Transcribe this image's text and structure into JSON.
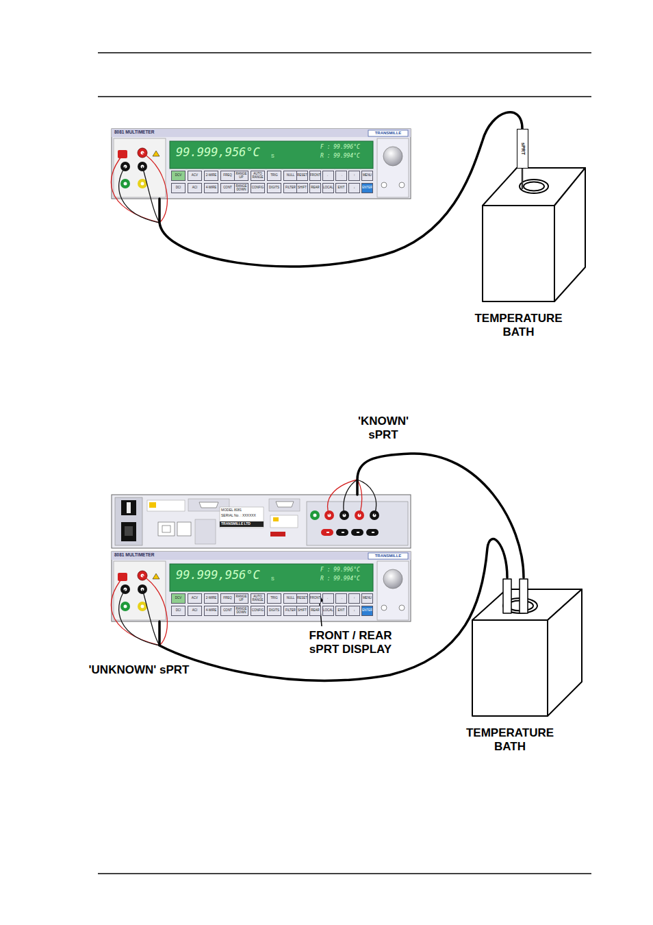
{
  "diagram": {
    "nodes": [
      {
        "text": [
          "8081 MULTIMETER"
        ]
      },
      {
        "text": [
          "sPRT"
        ]
      },
      {
        "text": [
          "TEMPERATURE BATH"
        ]
      },
      {
        "text": [
          "MODEL 8081",
          "SERIAL No. : XXXXXX",
          "TRANSMILLE LTD"
        ]
      },
      {
        "text": [
          "8081 MULTIMETER"
        ]
      },
      {
        "text": [
          "TEMPERATURE BATH"
        ]
      }
    ],
    "edges": [
      {
        "from": 0,
        "to": 1,
        "arrow": "none"
      },
      {
        "from": 3,
        "to": 5,
        "label": "'KNOWN' sPRT",
        "arrow": "none"
      },
      {
        "from": 4,
        "to": 5,
        "label": "'UNKNOWN' sPRT",
        "arrow": "none"
      }
    ],
    "labels": [
      "TRANSMILLE",
      "99.999,956°C",
      "S",
      "F : 99.996°C",
      "R : 99.994°C",
      "DCV",
      "ACV",
      "2-WIRE",
      "FREQ",
      "RANGE UP",
      "AUTO RANGE",
      "TRIG",
      "NULL",
      "RESET",
      "FRONT",
      "←",
      "→",
      "↑",
      "MENU",
      "DCI",
      "ACI",
      "4-WIRE",
      "CONT",
      "RANGE DOWN",
      "CONFIG",
      "DIGITS",
      "FILTER",
      "SHIFT",
      "REAR",
      "LOCAL",
      "EXIT",
      "↓",
      "ENTER",
      "TRANSMILLE",
      "99.999,956°C",
      "S",
      "F : 99.996°C",
      "R : 99.994°C",
      "DCV",
      "ACV",
      "2-WIRE",
      "FREQ",
      "RANGE UP",
      "AUTO RANGE",
      "TRIG",
      "NULL",
      "RESET",
      "FRONT",
      "←",
      "→",
      "↑",
      "MENU",
      "DCI",
      "ACI",
      "4-WIRE",
      "CONT",
      "RANGE DOWN",
      "CONFIG",
      "DIGITS",
      "FILTER",
      "SHIFT",
      "REAR",
      "LOCAL",
      "EXIT",
      "↓",
      "ENTER",
      "FRONT / REAR sPRT DISPLAY"
    ]
  }
}
